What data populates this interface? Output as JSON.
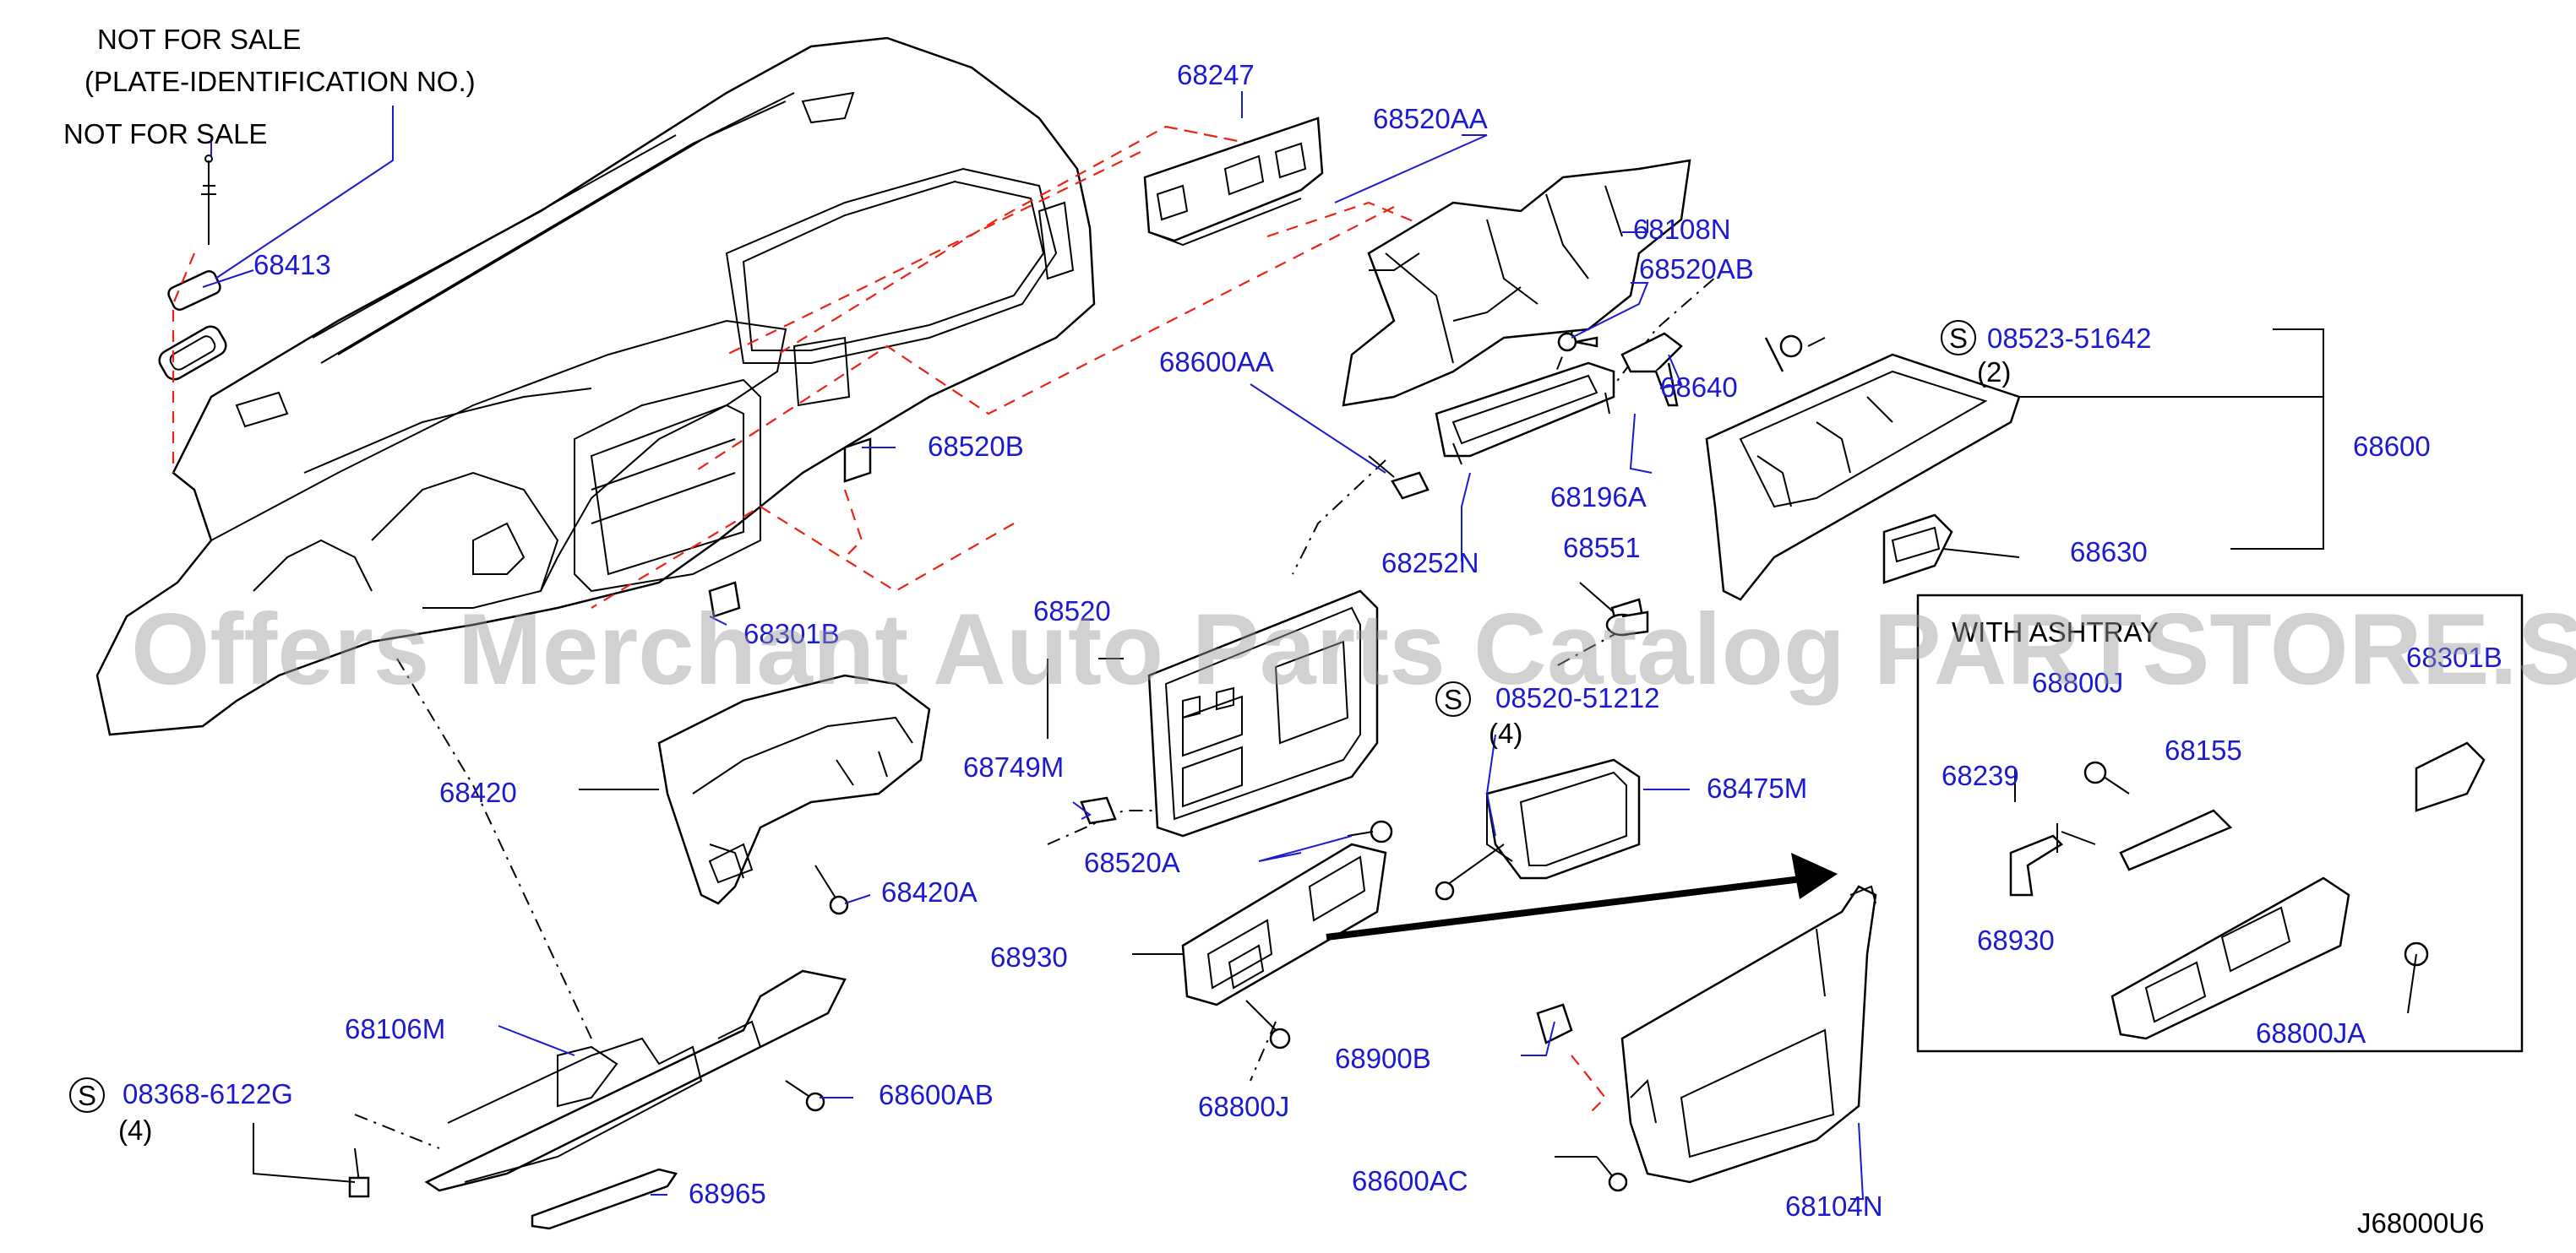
{
  "header_notes": {
    "not_for_sale_1": "NOT  FOR  SALE",
    "plate_id": "(PLATE-IDENTIFICATION  NO.)",
    "not_for_sale_2": "NOT  FOR  SALE"
  },
  "parts": {
    "p68247": "68247",
    "p68520AA": "68520AA",
    "p68108N": "68108N",
    "p68520AB": "68520AB",
    "p68413": "68413",
    "p68600AA": "68600AA",
    "p68640": "68640",
    "p68196A": "68196A",
    "p68520B": "68520B",
    "p68252N": "68252N",
    "p68551": "68551",
    "p68600": "68600",
    "p68630": "68630",
    "p68301B": "68301B",
    "p68520": "68520",
    "p68420": "68420",
    "p68749M": "68749M",
    "p68520A": "68520A",
    "p68420A": "68420A",
    "p68475M": "68475M",
    "p68930": "68930",
    "p68106M": "68106M",
    "p68600AB": "68600AB",
    "p68900B": "68900B",
    "p68800J": "68800J",
    "p68600AC": "68600AC",
    "p68104N": "68104N",
    "p68965": "68965"
  },
  "screws": {
    "s1": {
      "symbol": "S",
      "code": "08523-51642",
      "qty": "(2)"
    },
    "s2": {
      "symbol": "S",
      "code": "08520-51212",
      "qty": "(4)"
    },
    "s3": {
      "symbol": "S",
      "code": "08368-6122G",
      "qty": "(4)"
    }
  },
  "inset": {
    "title": "WITH ASHTRAY",
    "p68800J": "68800J",
    "p68301B": "68301B",
    "p68155": "68155",
    "p68239": "68239",
    "p68930": "68930",
    "p68800JA": "68800JA"
  },
  "diagram_code": "J68000U6",
  "watermark": "Offers Merchant Auto Parts Catalog PARTSTORE.SA"
}
